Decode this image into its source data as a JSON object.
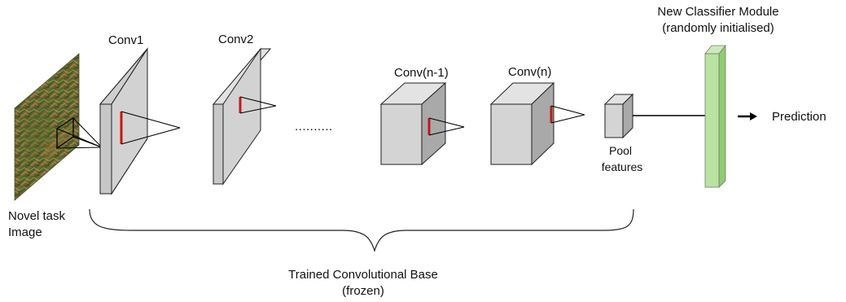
{
  "labels": {
    "conv1": "Conv1",
    "conv2": "Conv2",
    "ellipsis": "..........",
    "conv_n1": "Conv(n-1)",
    "conv_n": "Conv(n)",
    "pool_line1": "Pool",
    "pool_line2": "features",
    "classifier_line1": "New Classifier Module",
    "classifier_line2": "(randomly initialised)",
    "prediction": "Prediction",
    "input_line1": "Novel task",
    "input_line2": "Image",
    "base_line1": "Trained Convolutional Base",
    "base_line2": "(frozen)"
  },
  "colors": {
    "layer_fill": "#d4d4d4",
    "layer_side": "#a9a9a9",
    "layer_top": "#e3e3e3",
    "kernel_red": "#c0191b",
    "classifier_green": "#b9e3a0",
    "classifier_dark": "#8fcc72",
    "stroke": "#222222"
  },
  "icons": {
    "input_image": "forest-photo",
    "prediction_arrow": "arrow-right-icon",
    "brace": "curly-brace"
  }
}
